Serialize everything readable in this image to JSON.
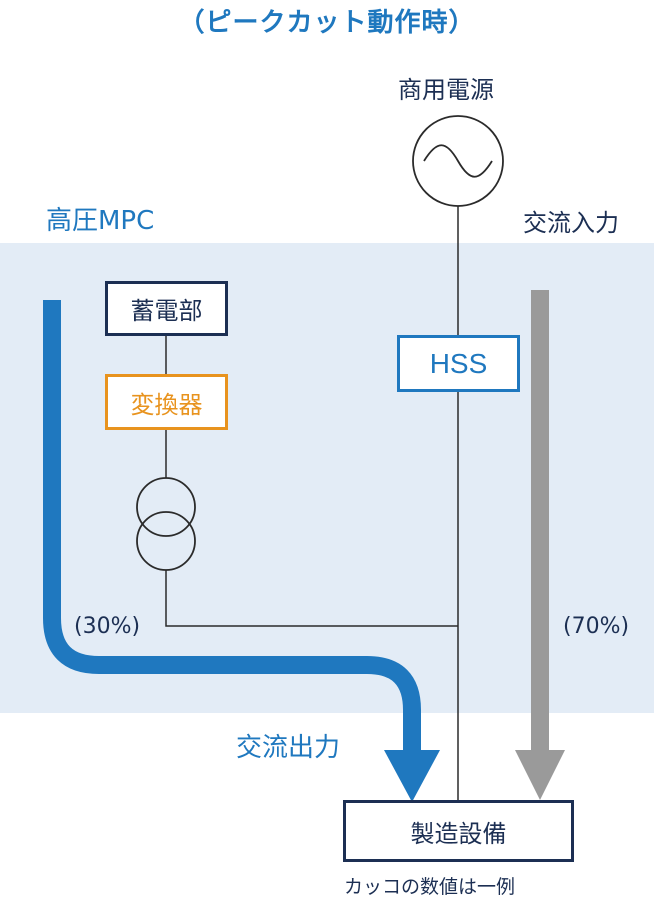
{
  "title": "（ピークカット動作時）",
  "grid_power": "商用電源",
  "high_voltage_mpc": "高圧MPC",
  "ac_input": "交流入力",
  "storage": "蓄電部",
  "converter": "変換器",
  "hss": "HSS",
  "pct_left": "(30%)",
  "pct_right": "(70%)",
  "ac_output": "交流出力",
  "equipment": "製造設備",
  "footnote": "カッコの数値は一例",
  "colors": {
    "band": "#e3ecf6",
    "blue": "#1f78bf",
    "navy": "#1c2f53",
    "orange": "#e8931e",
    "gray": "#9a9a9a",
    "line": "#2b2b2b"
  }
}
